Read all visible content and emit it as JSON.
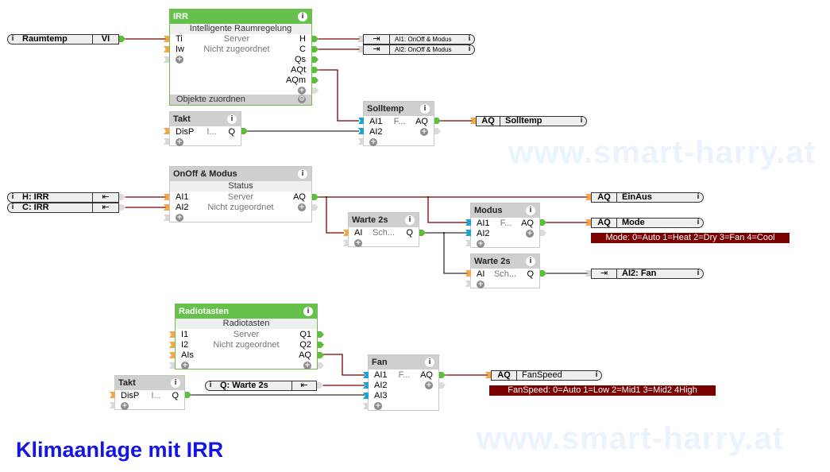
{
  "watermark": "www.smart-harry.at",
  "title": "Klimaanlage mit IRR",
  "colors": {
    "wire_red": "#7b0000",
    "wire_dark": "#333333",
    "block_green": "#66c04c",
    "title_blue": "#1414e6"
  },
  "inputs": {
    "raumtemp": {
      "name": "Raumtemp",
      "type": "VI"
    },
    "h_irr": {
      "name": "H: IRR",
      "icon": "output-link-icon"
    },
    "c_irr": {
      "name": "C: IRR",
      "icon": "output-link-icon"
    },
    "q_warte": {
      "name": "Q: Warte 2s",
      "icon": "output-link-icon"
    }
  },
  "outputs": {
    "ai1_onoff": {
      "name": "AI1: OnOff & Modus",
      "icon": "input-link-icon"
    },
    "ai2_onoff": {
      "name": "AI2: OnOff & Modus",
      "icon": "input-link-icon"
    },
    "solltemp": {
      "type": "AQ",
      "name": "Solltemp"
    },
    "einaus": {
      "type": "AQ",
      "name": "EinAus"
    },
    "mode": {
      "type": "AQ",
      "name": "Mode"
    },
    "ai2_fan": {
      "name": "AI2: Fan",
      "icon": "input-link-icon"
    },
    "fanspeed": {
      "type": "AQ",
      "name": "FanSpeed"
    }
  },
  "notes": {
    "mode": "Mode: 0=Auto 1=Heat 2=Dry 3=Fan 4=Cool",
    "fanspeed": "FanSpeed: 0=Auto 1=Low 2=Mid1 3=Mid2 4High"
  },
  "blocks": {
    "irr": {
      "title": "IRR",
      "subtitle": "Intelligente Raumregelung",
      "in": [
        "Ti",
        "Iw"
      ],
      "out": [
        "H",
        "C",
        "Qs",
        "AQt",
        "AQm"
      ],
      "server": "Server",
      "assign": "Nicht zugeordnet",
      "footer": "Objekte zuordnen"
    },
    "takt1": {
      "title": "Takt",
      "in": [
        "DisP"
      ],
      "mid": "I...",
      "out": [
        "Q"
      ]
    },
    "solltemp": {
      "title": "Solltemp",
      "in": [
        "AI1",
        "AI2"
      ],
      "mid": "F...",
      "out": [
        "AQ"
      ]
    },
    "onoff": {
      "title": "OnOff & Modus",
      "subtitle": "Status",
      "in": [
        "AI1",
        "AI2"
      ],
      "out": [
        "AQ"
      ],
      "server": "Server",
      "assign": "Nicht zugeordnet"
    },
    "warte1": {
      "title": "Warte 2s",
      "in": [
        "AI"
      ],
      "mid": "Sch...",
      "out": [
        "Q"
      ]
    },
    "modus": {
      "title": "Modus",
      "in": [
        "AI1",
        "AI2"
      ],
      "mid": "F...",
      "out": [
        "AQ"
      ]
    },
    "warte2": {
      "title": "Warte 2s",
      "in": [
        "AI"
      ],
      "mid": "Sch...",
      "out": [
        "Q"
      ]
    },
    "radio": {
      "title": "Radiotasten",
      "subtitle": "Radiotasten",
      "in": [
        "I1",
        "I2",
        "AIs"
      ],
      "out": [
        "Q1",
        "Q2",
        "AQ"
      ],
      "server": "Server",
      "assign": "Nicht zugeordnet"
    },
    "takt2": {
      "title": "Takt",
      "in": [
        "DisP"
      ],
      "mid": "I...",
      "out": [
        "Q"
      ]
    },
    "fan": {
      "title": "Fan",
      "in": [
        "AI1",
        "AI2",
        "AI3"
      ],
      "mid": "F...",
      "out": [
        "AQ"
      ]
    }
  }
}
